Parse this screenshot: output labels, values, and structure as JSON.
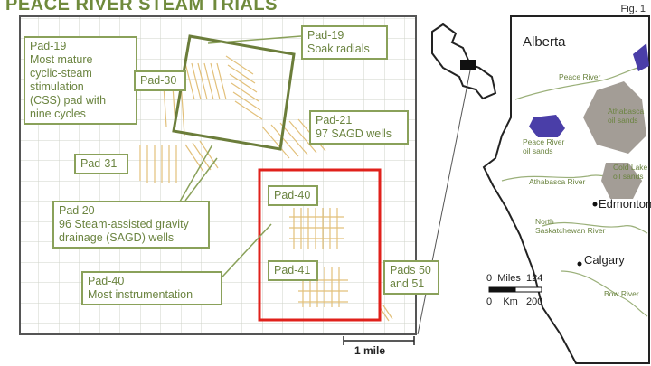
{
  "title": "PEACE RIVER STEAM TRIALS",
  "figure_label": "Fig. 1",
  "callouts": {
    "pad19_main": [
      "Pad-19",
      "Most mature",
      "cyclic-steam",
      "stimulation",
      "(CSS) pad with",
      "nine cycles"
    ],
    "pad19_soak": [
      "Pad-19",
      "Soak radials"
    ],
    "pad30": "Pad-30",
    "pad21": [
      "Pad-21",
      "97 SAGD wells"
    ],
    "pad31": "Pad-31",
    "pad20": [
      "Pad 20",
      "96 Steam-assisted gravity",
      "drainage (SAGD) wells"
    ],
    "pad40_box": "Pad-40",
    "pad41": "Pad-41",
    "pad40_main": [
      "Pad-40",
      "Most instrumentation"
    ],
    "pads50": [
      "Pads 50",
      "and 51"
    ]
  },
  "scale_bar": {
    "label": "1 mile"
  },
  "inset": {
    "province": "Alberta",
    "regions": {
      "peace_river_river": "Peace River",
      "peace_river_sands": [
        "Peace River",
        "oil sands"
      ],
      "athabasca_sands": [
        "Athabasca",
        "oil sands"
      ],
      "cold_lake": [
        "Cold Lake",
        "oil sands"
      ],
      "athabasca_river": "Athabasca River",
      "north_sask": [
        "North",
        "Saskatchewan River"
      ],
      "bow_river": "Bow River"
    },
    "cities": [
      "Edmonton",
      "Calgary"
    ],
    "scale": {
      "miles_label": "0  Miles  124",
      "km_label": "0    Km   200"
    }
  },
  "colors": {
    "title": "#6f8a3c",
    "callout_border": "#8aa15a",
    "grid": "#cfd3c8",
    "wells": "#e2c07a",
    "highlight": "#e0211b",
    "oil_sands_grey": "#a39d96",
    "oil_sands_purple": "#4a3ea8"
  }
}
